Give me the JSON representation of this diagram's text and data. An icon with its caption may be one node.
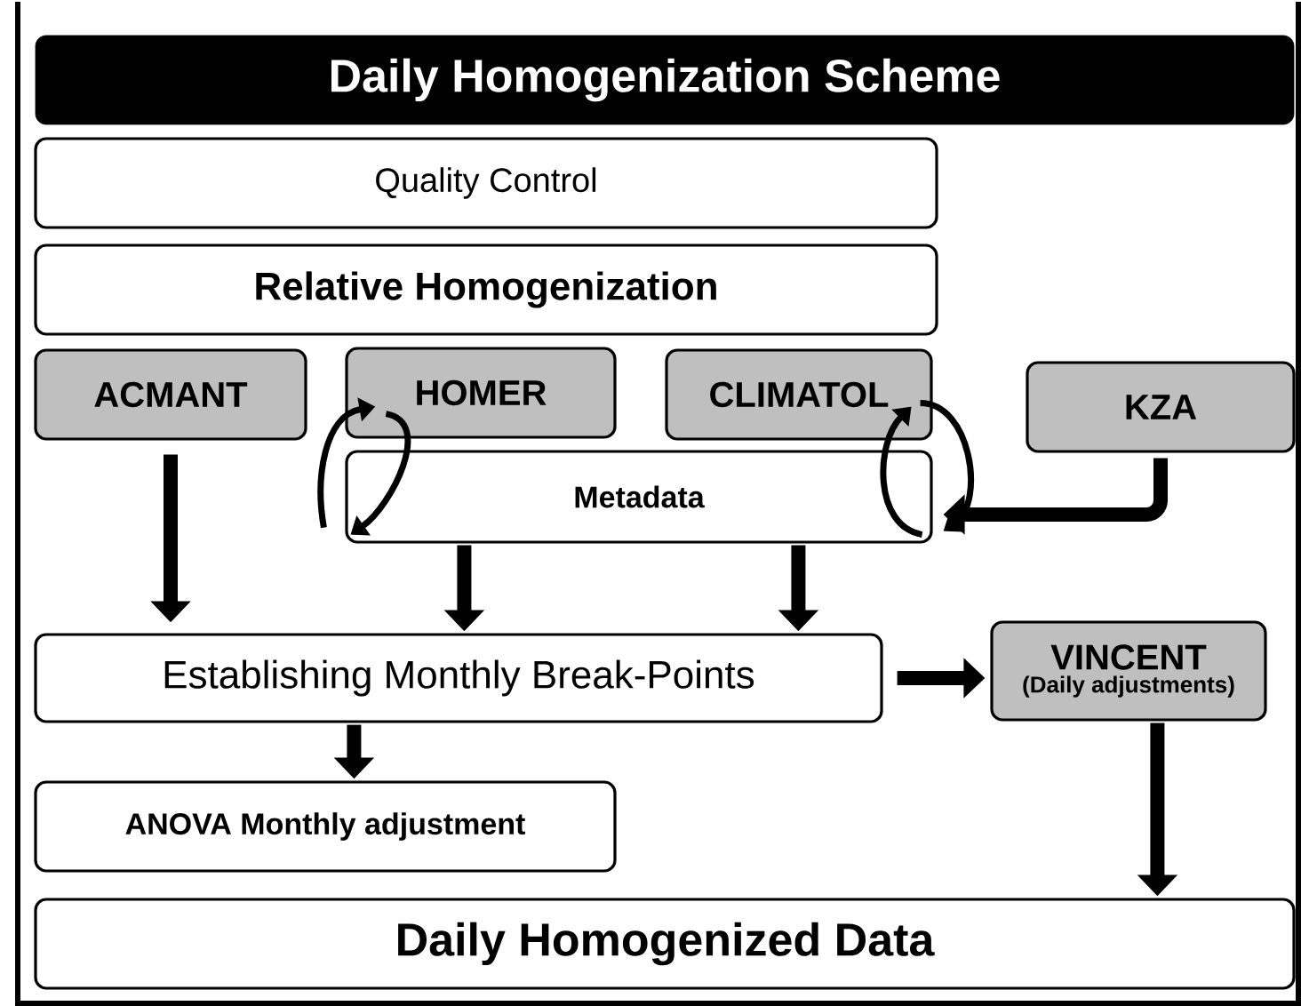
{
  "diagram": {
    "nodes": [
      {
        "text": [
          "Daily Homogenization Scheme"
        ]
      },
      {
        "text": [
          "Quality Control"
        ]
      },
      {
        "text": [
          "Relative Homogenization"
        ]
      },
      {
        "text": [
          "ACMANT"
        ]
      },
      {
        "text": [
          "HOMER"
        ]
      },
      {
        "text": [
          "CLIMATOL"
        ]
      },
      {
        "text": [
          "KZA"
        ]
      },
      {
        "text": [
          "Metadata"
        ]
      },
      {
        "text": [
          "Establishing Monthly Break-Points"
        ]
      },
      {
        "text": [
          "VINCENT",
          "(Daily adjustments)"
        ]
      },
      {
        "text": [
          "ANOVA Monthly adjustment"
        ]
      },
      {
        "text": [
          "Daily Homogenized Data"
        ]
      }
    ],
    "edges": [
      {
        "from": 3,
        "to": 8,
        "arrow": "to"
      },
      {
        "from": 7,
        "to": 4,
        "arrow": "to"
      },
      {
        "from": 4,
        "to": 7,
        "arrow": "to"
      },
      {
        "from": 7,
        "to": 5,
        "arrow": "to"
      },
      {
        "from": 5,
        "to": 7,
        "arrow": "to"
      },
      {
        "from": 6,
        "to": 7,
        "arrow": "to"
      },
      {
        "from": 7,
        "to": 8,
        "arrow": "to"
      },
      {
        "from": 7,
        "to": 8,
        "arrow": "to"
      },
      {
        "from": 8,
        "to": 9,
        "arrow": "to"
      },
      {
        "from": 8,
        "to": 10,
        "arrow": "to"
      },
      {
        "from": 9,
        "to": 11,
        "arrow": "to"
      }
    ]
  }
}
